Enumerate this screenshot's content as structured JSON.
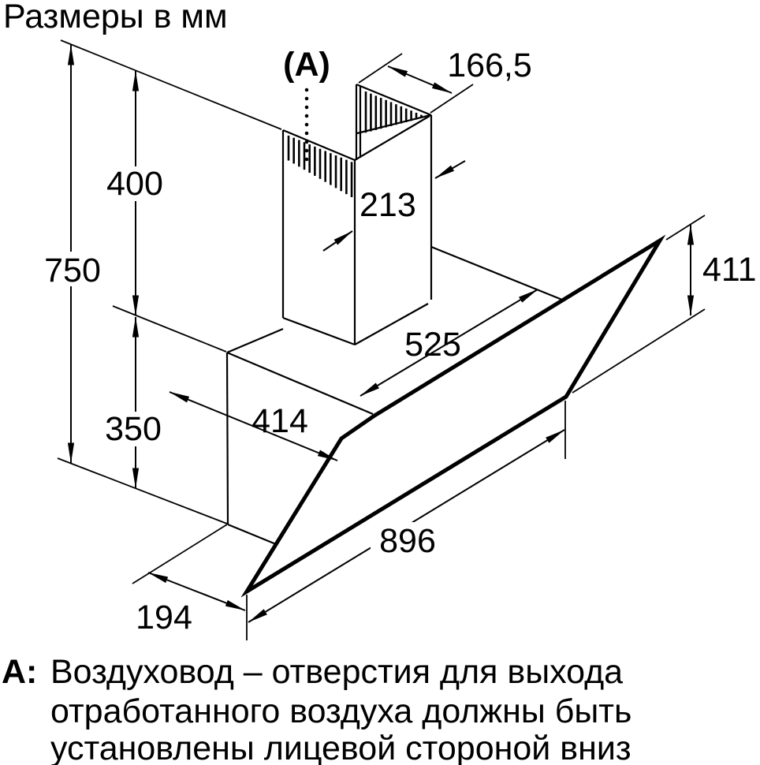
{
  "title": "Размеры в мм",
  "callout": {
    "label": "(A)"
  },
  "dimensions": {
    "chimney_top_width": "166,5",
    "chimney_depth": "213",
    "upper_section_height": "400",
    "total_height": "750",
    "body_height": "350",
    "body_top_depth": "525",
    "glass_right_height": "411",
    "body_bottom_depth": "414",
    "glass_width": "896",
    "bottom_gap": "194"
  },
  "footnote": {
    "marker": "A:",
    "line1": "Воздуховод – отверстия для выхода",
    "line2": "отработанного воздуха должны быть",
    "line3": "установлены лицевой стороной вниз"
  },
  "colors": {
    "ink": "#000000",
    "paper": "#ffffff"
  }
}
